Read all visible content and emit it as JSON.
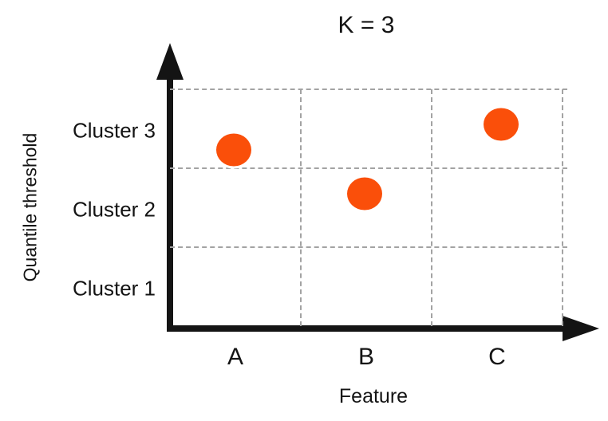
{
  "chart_data": {
    "type": "scatter",
    "title": "K = 3",
    "xlabel": "Feature",
    "ylabel": "Quantile threshold",
    "x_categories": [
      "A",
      "B",
      "C"
    ],
    "y_categories": [
      "Cluster 1",
      "Cluster 2",
      "Cluster 3"
    ],
    "xlim": [
      0,
      3
    ],
    "ylim": [
      0,
      3
    ],
    "grid": "dashed 3x3 bands, solid black axes with arrowheads",
    "legend": "none",
    "point_color": "#fa4f0a",
    "points": [
      {
        "feature": "A",
        "cluster": "Cluster 3",
        "x": 0.49,
        "y": 2.23
      },
      {
        "feature": "B",
        "cluster": "Cluster 2",
        "x": 1.49,
        "y": 1.68
      },
      {
        "feature": "C",
        "cluster": "Cluster 3",
        "x": 2.53,
        "y": 2.56
      }
    ]
  }
}
